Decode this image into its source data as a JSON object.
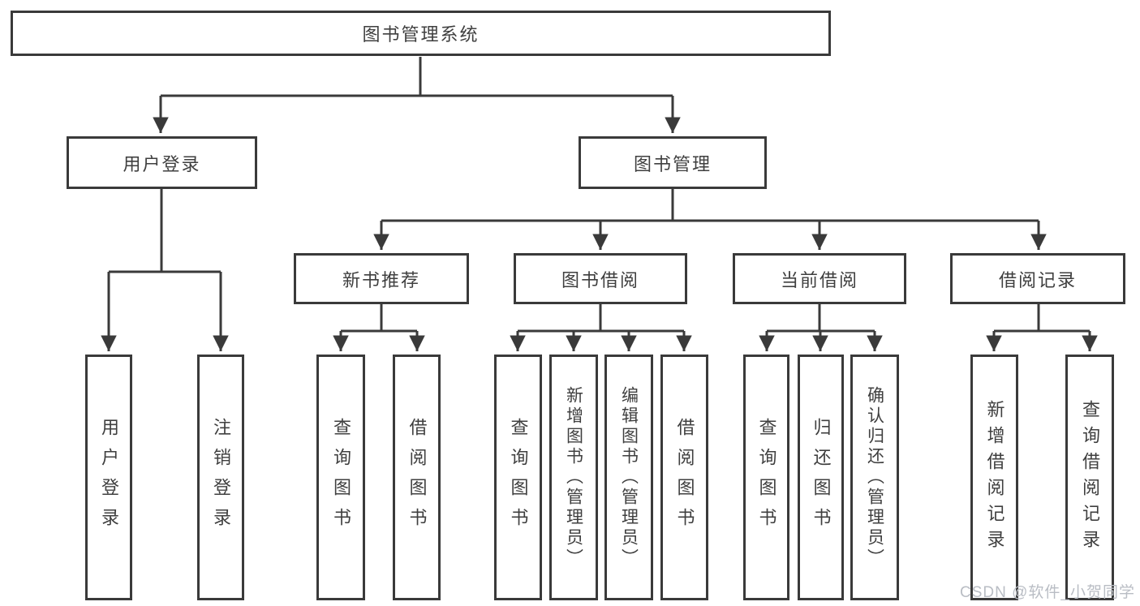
{
  "diagram": {
    "root": {
      "label": "图书管理系统"
    },
    "children": [
      {
        "label": "用户登录",
        "children": [
          {
            "label": "用户登录"
          },
          {
            "label": "注销登录"
          }
        ]
      },
      {
        "label": "图书管理",
        "children": [
          {
            "label": "新书推荐",
            "children": [
              {
                "label": "查询图书"
              },
              {
                "label": "借阅图书"
              }
            ]
          },
          {
            "label": "图书借阅",
            "children": [
              {
                "label": "查询图书"
              },
              {
                "label": "新增图书（管理员）"
              },
              {
                "label": "编辑图书（管理员）"
              },
              {
                "label": "借阅图书"
              }
            ]
          },
          {
            "label": "当前借阅",
            "children": [
              {
                "label": "查询图书"
              },
              {
                "label": "归还图书"
              },
              {
                "label": "确认归还（管理员）"
              }
            ]
          },
          {
            "label": "借阅记录",
            "children": [
              {
                "label": "新增借阅记录"
              },
              {
                "label": "查询借阅记录"
              }
            ]
          }
        ]
      }
    ]
  },
  "watermark": {
    "text": "CSDN @软件_小贺同学"
  },
  "colors": {
    "line": "#3a3a3a",
    "text": "#3f3f3f",
    "box_background": "#ffffff",
    "page_background": "#ffffff",
    "watermark": "#b9bdc4"
  }
}
